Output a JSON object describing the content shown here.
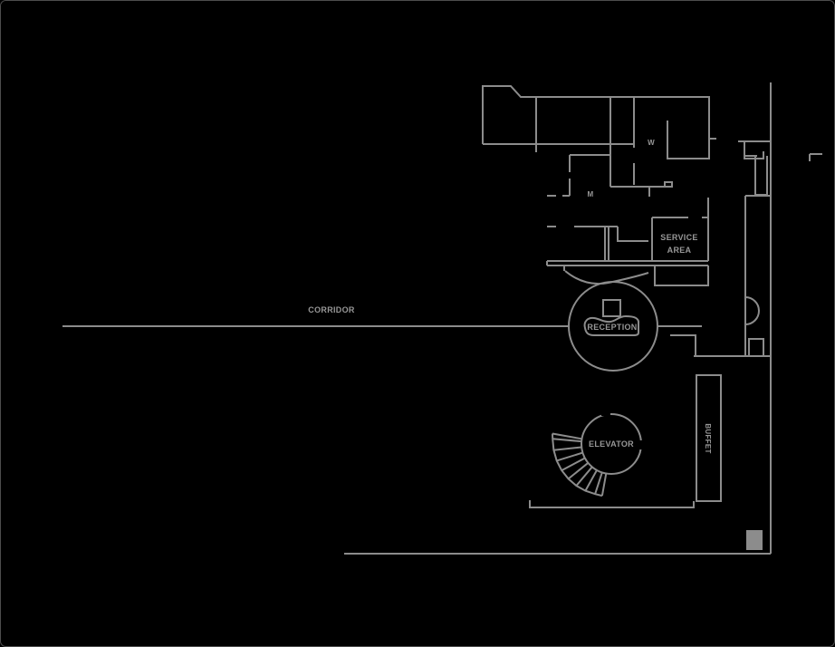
{
  "title": "hotel-lobby-floor-plan",
  "colors": {
    "background": "#000000",
    "wall": "#8c8c8c",
    "text": "#979797",
    "frame": "#4d4d4d",
    "solid_block": "#8c8c8c"
  },
  "labels": {
    "corridor": "CORRIDOR",
    "reception": "RECEPTION",
    "elevator": "ELEVATOR",
    "service_area_line1": "SERVICE",
    "service_area_line2": "AREA",
    "buffet": "BUFFET",
    "womens_room": "W",
    "mens_room": "M"
  }
}
